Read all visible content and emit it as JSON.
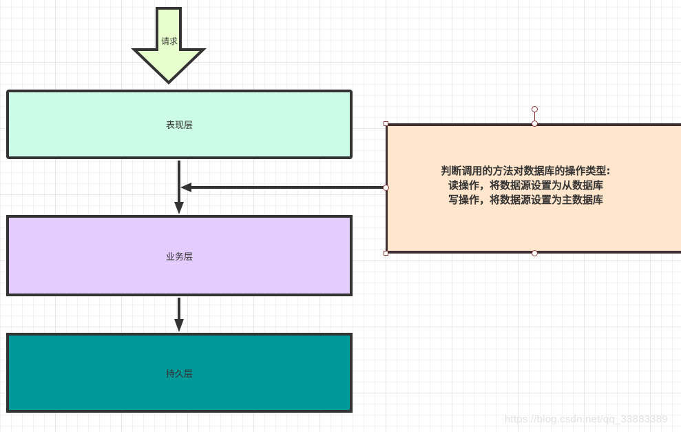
{
  "diagram": {
    "request_arrow": {
      "label": "请求",
      "fill": "#e6ffcc"
    },
    "layers": [
      {
        "id": "presentation",
        "label": "表现层",
        "fill": "#ccfce8"
      },
      {
        "id": "business",
        "label": "业务层",
        "fill": "#e5ccff"
      },
      {
        "id": "persistence",
        "label": "持久层",
        "fill": "#009999"
      }
    ],
    "note": {
      "lines": [
        "判断调用的方法对数据库的操作类型:",
        "读操作，将数据源设置为从数据库",
        "写操作，将数据源设置为主数据库"
      ],
      "fill": "#ffe6cc",
      "selected": true
    },
    "connectors": [
      {
        "from": "presentation",
        "to": "business"
      },
      {
        "from": "note",
        "to": "presentation-business-connector"
      },
      {
        "from": "business",
        "to": "persistence"
      }
    ]
  },
  "watermark": "https://blog.csdn.net/qq_33883389"
}
